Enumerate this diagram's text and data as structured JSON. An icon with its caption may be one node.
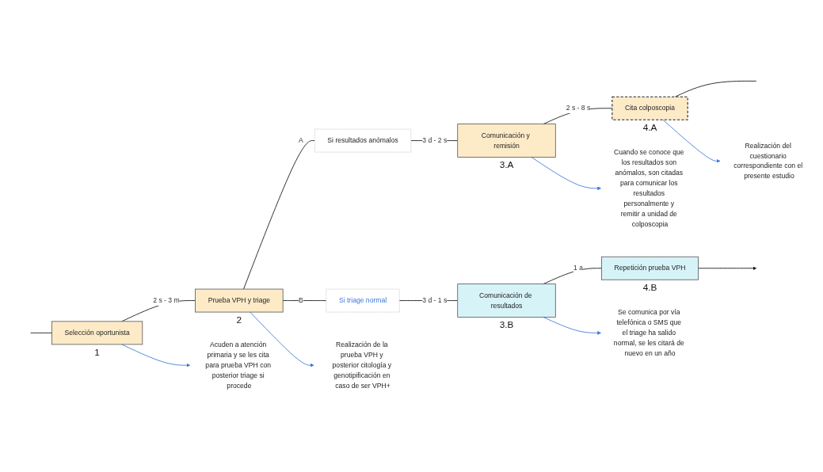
{
  "diagram": {
    "nodes": [
      {
        "text": [
          "Selección oportunista"
        ],
        "beside": [
          "1"
        ]
      },
      {
        "text": [
          "Prueba VPH y triage"
        ],
        "beside": [
          "2"
        ]
      },
      {
        "text": [
          "Si resultados anómalos"
        ]
      },
      {
        "text": [
          "Comunicación y remisión"
        ],
        "beside": [
          "3.A"
        ]
      },
      {
        "text": [
          "Cita colposcopia"
        ],
        "beside": [
          "4.A"
        ]
      },
      {
        "text": [
          "Si triage normal"
        ]
      },
      {
        "text": [
          "Comunicación de resultados"
        ],
        "beside": [
          "3.B"
        ]
      },
      {
        "text": [
          "Repetición prueba VPH"
        ],
        "beside": [
          "4.B"
        ]
      },
      {
        "text": [
          "Acuden a atención primaria y se les cita para prueba VPH con posterior triage si procede"
        ]
      },
      {
        "text": [
          "Realización de la prueba VPH y posterior citología y genotipificación en caso de ser VPH+"
        ]
      },
      {
        "text": [
          "Cuando se conoce que los resultados son anómalos, son citadas para comunicar los resultados personalmente y remitir a unidad de colposcopia"
        ]
      },
      {
        "text": [
          "Realización del cuestionario correspondiente con el presente estudio"
        ]
      },
      {
        "text": [
          "Se comunica por vía telefónica o SMS que el triage ha salido normal, se les citará de nuevo en un año"
        ]
      }
    ],
    "edges": [
      {
        "from": null,
        "to": 0,
        "arrow": "none"
      },
      {
        "from": 0,
        "to": 1,
        "arrow": "none",
        "label": "2 s - 3 m"
      },
      {
        "from": 1,
        "to": 2,
        "arrow": "none",
        "label": "A"
      },
      {
        "from": 2,
        "to": 3,
        "arrow": "none",
        "label": "3 d - 2 s"
      },
      {
        "from": 3,
        "to": 4,
        "arrow": "none",
        "label": "2 s - 8 s"
      },
      {
        "from": 4,
        "to": null,
        "arrow": "none"
      },
      {
        "from": 1,
        "to": 5,
        "arrow": "none",
        "label": "B"
      },
      {
        "from": 5,
        "to": 6,
        "arrow": "none",
        "label": "3 d - 1 s"
      },
      {
        "from": 6,
        "to": 7,
        "arrow": "none",
        "label": "1 a"
      },
      {
        "from": 7,
        "to": null,
        "arrow": "to"
      },
      {
        "from": 0,
        "to": 8,
        "arrow": "to",
        "color": "#3c78d8"
      },
      {
        "from": 1,
        "to": 9,
        "arrow": "to",
        "color": "#3c78d8"
      },
      {
        "from": 3,
        "to": 10,
        "arrow": "to",
        "color": "#3c78d8"
      },
      {
        "from": 4,
        "to": 11,
        "arrow": "to",
        "color": "#3c78d8"
      },
      {
        "from": 6,
        "to": 12,
        "arrow": "to",
        "color": "#3c78d8"
      }
    ]
  }
}
